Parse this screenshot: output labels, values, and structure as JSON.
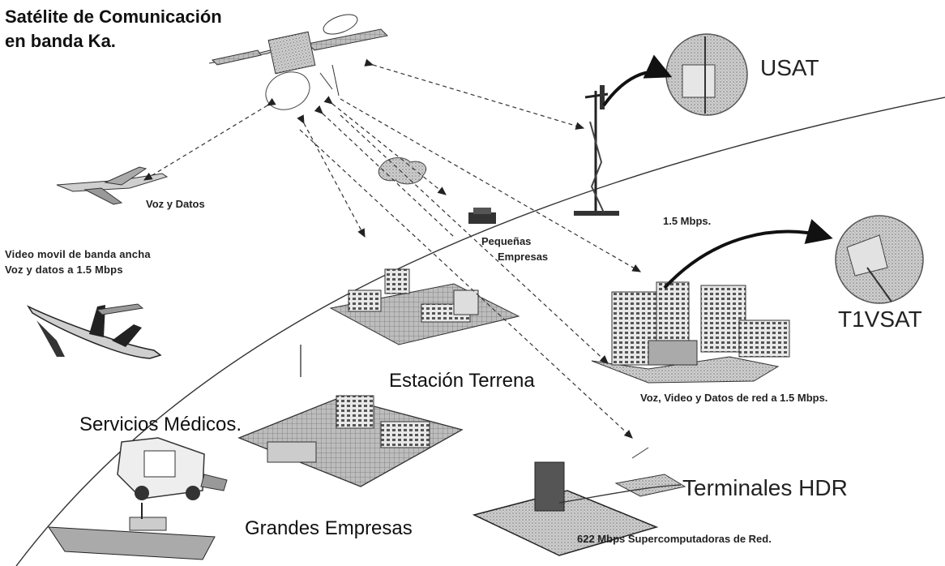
{
  "labels": {
    "satellite_title_line1": "Satélite de Comunicación",
    "satellite_title_line2": "en banda Ka.",
    "usat": "USAT",
    "voz_y_datos": "Voz y Datos",
    "video_movil_line1": "Video movil de banda ancha",
    "video_movil_line2": "Voz y datos a 1.5 Mbps",
    "pequenas_line1": "Pequeñas",
    "pequenas_line2": "Empresas",
    "rate_1_5": "1.5 Mbps.",
    "t1vsat": "T1VSAT",
    "estacion_terrena": "Estación Terrena",
    "voz_video_datos_red": "Voz, Video y Datos de red a 1.5 Mbps.",
    "servicios_medicos": "Servicios Médicos.",
    "terminales_hdr": "Terminales HDR",
    "grandes_empresas": "Grandes Empresas",
    "supercomputadoras": "622 Mbps Supercomputadoras de Red."
  }
}
